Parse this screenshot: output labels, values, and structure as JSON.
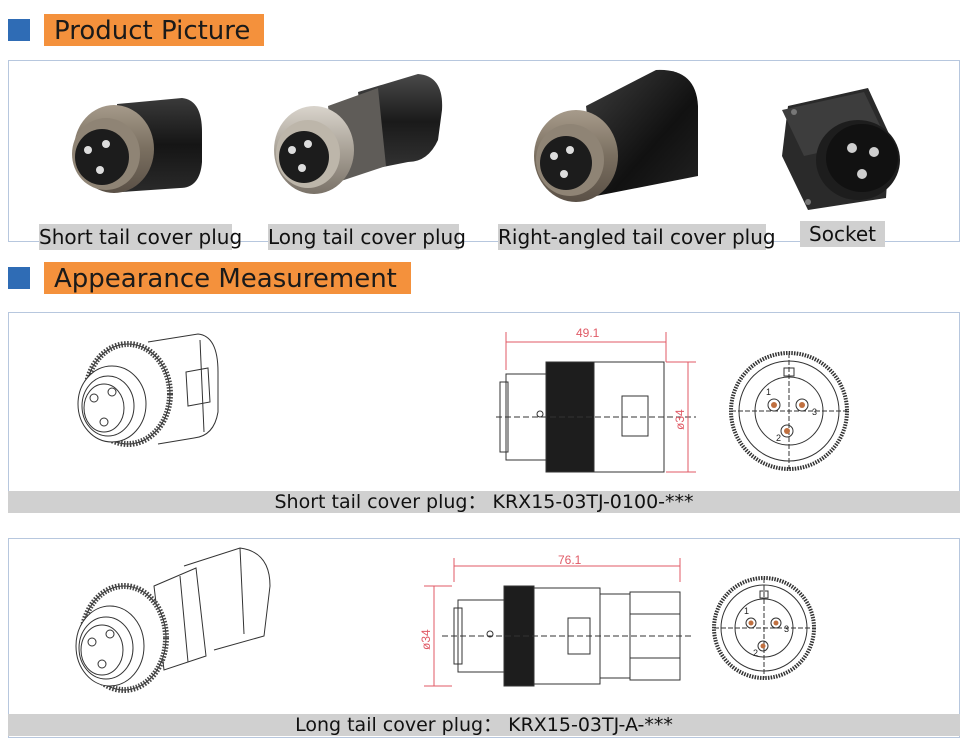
{
  "sections": {
    "product_picture": "Product Picture",
    "appearance_measurement": "Appearance Measurement"
  },
  "products": [
    {
      "label": "Short tail cover plug"
    },
    {
      "label": "Long tail cover plug"
    },
    {
      "label": "Right-angled tail cover plug"
    },
    {
      "label": "Socket"
    }
  ],
  "drawings": {
    "short": {
      "caption": "Short tail cover plug： KRX15-03TJ-0100-***",
      "length_dim": "49.1",
      "diameter_dim": "ø34",
      "pins": [
        "1",
        "3",
        "2"
      ]
    },
    "long": {
      "caption": "Long tail cover plug： KRX15-03TJ-A-***",
      "length_dim": "76.1",
      "diameter_dim": "ø34",
      "pins": [
        "1",
        "3",
        "2"
      ]
    }
  },
  "colors": {
    "accent_orange": "#f4913c",
    "accent_blue": "#2f6cb5",
    "dimension_red": "#e05a66",
    "frame": "#b7c7de"
  }
}
